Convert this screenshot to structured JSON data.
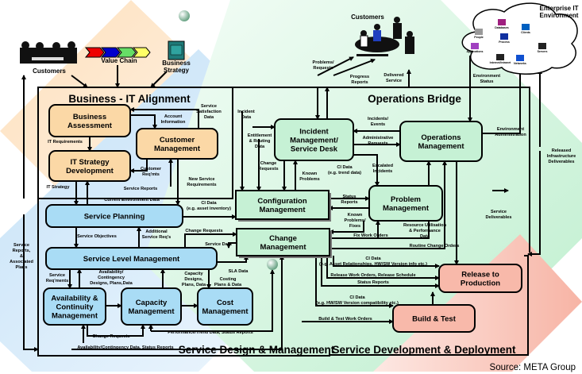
{
  "frames": {
    "business_it": "Business - IT Alignment",
    "ops_bridge": "Operations Bridge",
    "sdm": "Service Design & Management",
    "sdd": "Service Development & Deployment"
  },
  "boxes": {
    "business_assessment": [
      "Business",
      "Assessment"
    ],
    "it_strategy": [
      "IT Strategy",
      "Development"
    ],
    "customer_management": [
      "Customer",
      "Management"
    ],
    "service_planning": [
      "Service Planning"
    ],
    "service_level": [
      "Service Level Management"
    ],
    "availability": [
      "Availability &",
      "Continuity",
      "Management"
    ],
    "capacity": [
      "Capacity",
      "Management"
    ],
    "cost": [
      "Cost",
      "Management"
    ],
    "configuration": [
      "Configuration",
      "Management"
    ],
    "change": [
      "Change",
      "Management"
    ],
    "incident": [
      "Incident",
      "Management/",
      "Service Desk"
    ],
    "operations": [
      "Operations",
      "Management"
    ],
    "problem": [
      "Problem",
      "Management"
    ],
    "release": [
      "Release to",
      "Production"
    ],
    "build_test": [
      "Build & Test"
    ]
  },
  "external": {
    "customers_left": "Customers",
    "value_chain": "Value Chain",
    "business_strategy": [
      "Business",
      "Strategy"
    ],
    "customers_top": "Customers",
    "enterprise_it": [
      "Enterprise IT",
      "Environment"
    ],
    "cloud_items": [
      "People",
      "Databases",
      "Clients",
      "Process",
      "Applications",
      "Internet/Intranet",
      "Networks",
      "Servers"
    ]
  },
  "flows": {
    "service_satisfaction_data": [
      "Service",
      "Satisfaction",
      "Data"
    ],
    "account_information": [
      "Account",
      "Information"
    ],
    "it_requirements": [
      "IT Requirements"
    ],
    "customer_reqmts": [
      "Customer",
      "Req'mts"
    ],
    "it_strategy": [
      "IT Strategy"
    ],
    "service_reports": [
      "Service Reports"
    ],
    "new_service_requirements": [
      "New Service",
      "Requirements"
    ],
    "current_environment_data": [
      "Current Environment Data"
    ],
    "ci_data_asset": [
      "CI Data",
      "(e.g. asset inventory)"
    ],
    "service_objectives": [
      "Service Objectives"
    ],
    "additional_service_reqs": [
      "Additional",
      "Service Req's"
    ],
    "change_requests_left": [
      "Change Requests"
    ],
    "service_data": [
      "Service Data"
    ],
    "sla_data": [
      "SLA Data"
    ],
    "service_reports_plans": [
      "Service",
      "Reports,",
      "&",
      "Associated",
      "Plans"
    ],
    "service_reqments": [
      "Service",
      "Req'ments"
    ],
    "availability_contingency": [
      "Availability/",
      "Contingency",
      "Designs, Plans,Data"
    ],
    "capacity_designs": [
      "Capacity",
      "Designs,",
      "Plans, Data"
    ],
    "costing_plans": [
      "Costing",
      "Plans & Data"
    ],
    "change_requests_bottom": [
      "Change Requests"
    ],
    "performance_trend": [
      "Performance/Trend Data, Status Reports"
    ],
    "availability_status": [
      "Availability/Contingency Data, Status Reports"
    ],
    "incident_data": [
      "Incident",
      "Data"
    ],
    "entitlement_routing": [
      "Entitlement",
      "& Routing",
      "Data"
    ],
    "change_requests_mid": [
      "Change",
      "Requests"
    ],
    "known_problems": [
      "Known",
      "Problems"
    ],
    "ci_data_trend": [
      "CI Data",
      "(e.g. trend data)"
    ],
    "escalated_incidents": [
      "Escalated",
      "Incidents"
    ],
    "incidents_events": [
      "Incidents/",
      "Events"
    ],
    "administrative_requests": [
      "Administrative",
      "Requests"
    ],
    "status_reports_mid": [
      "Status",
      "Reports"
    ],
    "known_problems_fixes": [
      "Known",
      "Problems/",
      "Fixes"
    ],
    "fix_work_orders": [
      "Fix Work Orders"
    ],
    "resource_utilisation": [
      "Resource Utilisation",
      "& Performance",
      "Data"
    ],
    "routine_change_orders": [
      "Routine Change Orders"
    ],
    "service_deliverables": [
      "Service",
      "Deliverables"
    ],
    "problems_requests": [
      "Problems/",
      "Requests"
    ],
    "progress_reports": [
      "Progress",
      "Reports"
    ],
    "delivered_service": [
      "Delivered",
      "Service"
    ],
    "environment_status": [
      "Environment",
      "Status"
    ],
    "environment_administration": [
      "Environment",
      "Administration"
    ],
    "released_infrastructure": [
      "Released",
      "Infrastructure",
      "Deliverables"
    ],
    "ci_data_asset_rel": [
      "CI Data",
      "(e.g. Asset Relationships, HW/SW Version info etc.)"
    ],
    "release_work_orders": [
      "Release Work Orders, Release Schedule"
    ],
    "status_reports_bottom": [
      "Status Reports"
    ],
    "ci_data_hwsw": [
      "CI Data",
      "(e.g. HW/SW Version compatibility etc.)"
    ],
    "build_test_work_orders": [
      "Build & Test Work Orders"
    ]
  },
  "source": "Source: META Group",
  "colors": {
    "business_box": "#fbd8a6",
    "design_box": "#a9dcf5",
    "operations_box": "#c6f1d5",
    "deployment_box": "#f8b9aa",
    "orange_region": "#fde3c4",
    "blue_region": "#cfe6f8",
    "green_region": "#d2f4dd",
    "pink_region": "#f9cfc6"
  }
}
